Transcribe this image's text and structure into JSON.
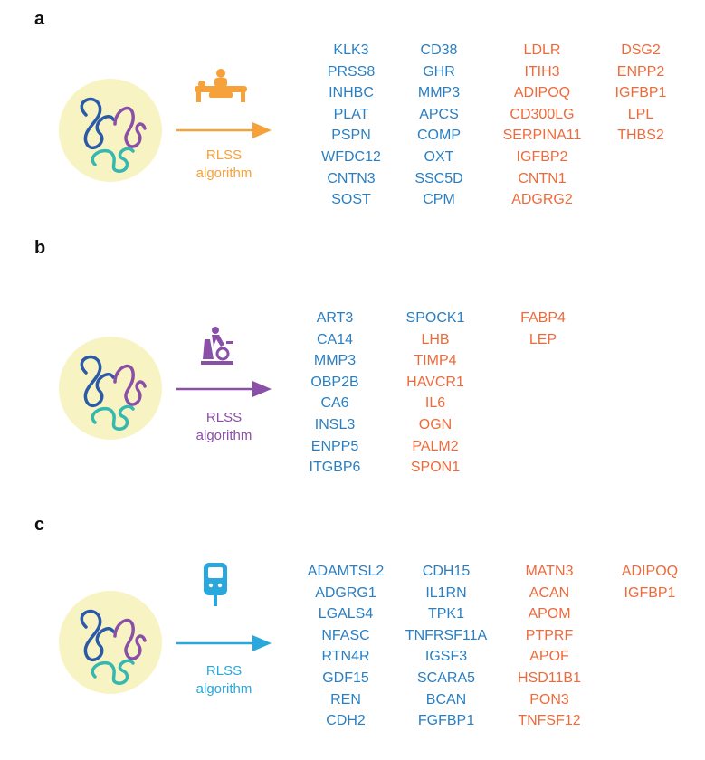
{
  "colors": {
    "protein_blue": "#2a7fc2",
    "protein_orange": "#ef6a3a",
    "panel_a_accent": "#f6a13a",
    "panel_b_accent": "#8a4fa6",
    "panel_c_accent": "#2aa7dd",
    "blob_fill": "#f8f3c3"
  },
  "panels": [
    {
      "label": "a",
      "icon": "massage-therapy-icon",
      "algorithm_line1": "RLSS",
      "algorithm_line2": "algorithm",
      "columns": [
        {
          "color": "blue",
          "items": [
            "KLK3",
            "PRSS8",
            "INHBC",
            "PLAT",
            "PSPN",
            "WFDC12",
            "CNTN3",
            "SOST"
          ]
        },
        {
          "color": "blue",
          "items": [
            "CD38",
            "GHR",
            "MMP3",
            "APCS",
            "COMP",
            "OXT",
            "SSC5D",
            "CPM"
          ]
        },
        {
          "color": "orange",
          "items": [
            "LDLR",
            "ITIH3",
            "ADIPOQ",
            "CD300LG",
            "SERPINA11",
            "IGFBP2",
            "CNTN1",
            "ADGRG2"
          ]
        },
        {
          "color": "orange",
          "items": [
            "DSG2",
            "ENPP2",
            "IGFBP1",
            "LPL",
            "THBS2"
          ]
        }
      ]
    },
    {
      "label": "b",
      "icon": "exercise-bike-icon",
      "algorithm_line1": "RLSS",
      "algorithm_line2": "algorithm",
      "columns": [
        {
          "color": "blue",
          "items": [
            "ART3",
            "CA14",
            "MMP3",
            "OBP2B",
            "CA6",
            "INSL3",
            "ENPP5",
            "ITGBP6"
          ]
        },
        {
          "color": "mixed",
          "items": [
            "SPOCK1",
            "LHB",
            "TIMP4",
            "HAVCR1",
            "IL6",
            "OGN",
            "PALM2",
            "SPON1"
          ]
        },
        {
          "color": "orange",
          "items": [
            "FABP4",
            "LEP"
          ]
        }
      ]
    },
    {
      "label": "c",
      "icon": "glucose-meter-icon",
      "algorithm_line1": "RLSS",
      "algorithm_line2": "algorithm",
      "columns": [
        {
          "color": "blue",
          "items": [
            "ADAMTSL2",
            "ADGRG1",
            "LGALS4",
            "NFASC",
            "RTN4R",
            "GDF15",
            "REN",
            "CDH2"
          ]
        },
        {
          "color": "blue",
          "items": [
            "CDH15",
            "IL1RN",
            "TPK1",
            "TNFRSF11A",
            "IGSF3",
            "SCARA5",
            "BCAN",
            "FGFBP1"
          ]
        },
        {
          "color": "orange",
          "items": [
            "MATN3",
            "ACAN",
            "APOM",
            "PTPRF",
            "APOF",
            "HSD11B1",
            "PON3",
            "TNFSF12"
          ]
        },
        {
          "color": "orange",
          "items": [
            "ADIPOQ",
            "IGFBP1"
          ]
        }
      ]
    }
  ]
}
